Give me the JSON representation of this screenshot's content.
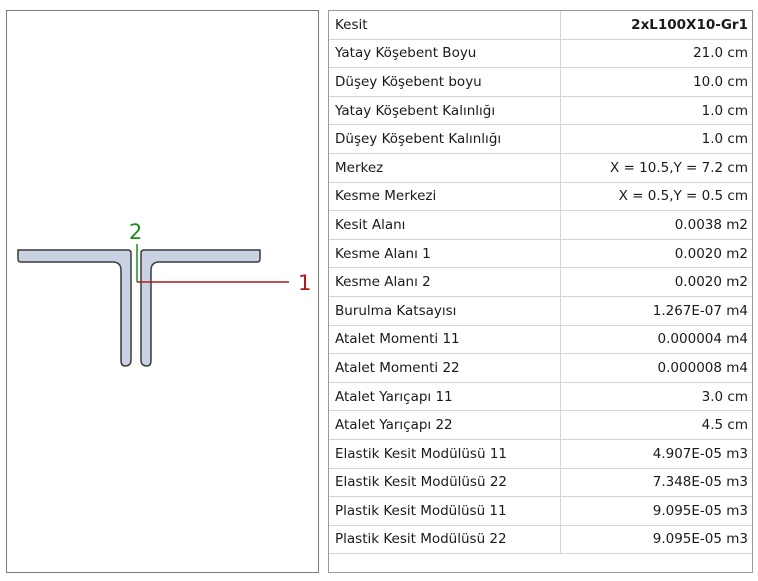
{
  "drawing": {
    "axis_1_label": "1",
    "axis_2_label": "2",
    "colors": {
      "section_fill": "#c8d2e2",
      "section_stroke": "#3a3a3a",
      "axis_1": "#b01c1c",
      "axis_2": "#1c8c1c"
    }
  },
  "properties": {
    "rows": [
      {
        "label": "Kesit",
        "value": "2xL100X10-Gr1",
        "highlight": true
      },
      {
        "label": "Yatay Köşebent Boyu",
        "value": "21.0 cm"
      },
      {
        "label": "Düşey Köşebent boyu",
        "value": "10.0 cm"
      },
      {
        "label": "Yatay Köşebent Kalınlığı",
        "value": "1.0 cm"
      },
      {
        "label": "Düşey Köşebent Kalınlığı",
        "value": "1.0 cm"
      },
      {
        "label": "Merkez",
        "value": "X = 10.5,Y = 7.2 cm"
      },
      {
        "label": "Kesme Merkezi",
        "value": "X = 0.5,Y = 0.5 cm"
      },
      {
        "label": "Kesit Alanı",
        "value": "0.0038 m2"
      },
      {
        "label": "Kesme Alanı 1",
        "value": "0.0020 m2"
      },
      {
        "label": "Kesme Alanı 2",
        "value": "0.0020 m2"
      },
      {
        "label": "Burulma Katsayısı",
        "value": "1.267E-07 m4"
      },
      {
        "label": "Atalet Momenti 11",
        "value": "0.000004 m4"
      },
      {
        "label": "Atalet Momenti 22",
        "value": "0.000008 m4"
      },
      {
        "label": "Atalet Yarıçapı 11",
        "value": "3.0 cm"
      },
      {
        "label": "Atalet Yarıçapı 22",
        "value": "4.5 cm"
      },
      {
        "label": "Elastik Kesit Modülüsü 11",
        "value": "4.907E-05 m3"
      },
      {
        "label": "Elastik Kesit Modülüsü 22",
        "value": "7.348E-05 m3"
      },
      {
        "label": "Plastik Kesit Modülüsü 11",
        "value": "9.095E-05 m3"
      },
      {
        "label": "Plastik Kesit Modülüsü 22",
        "value": "9.095E-05 m3"
      }
    ]
  }
}
